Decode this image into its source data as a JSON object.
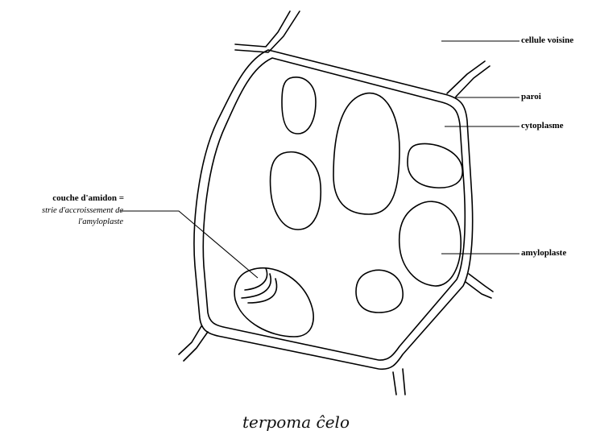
{
  "labels": {
    "neighbor_cell": "cellule voisine",
    "wall": "paroi",
    "cytoplasm": "cytoplasme",
    "amyloplast": "amyloplaste",
    "starch_layer_title": "couche d'amidon =",
    "starch_layer_line1": "strie d'accroissement de",
    "starch_layer_line2": "l'amyloplaste"
  },
  "caption": "terpoma ĉelo",
  "colors": {
    "line": "#000000",
    "background": "#ffffff",
    "caption": "#111111"
  }
}
